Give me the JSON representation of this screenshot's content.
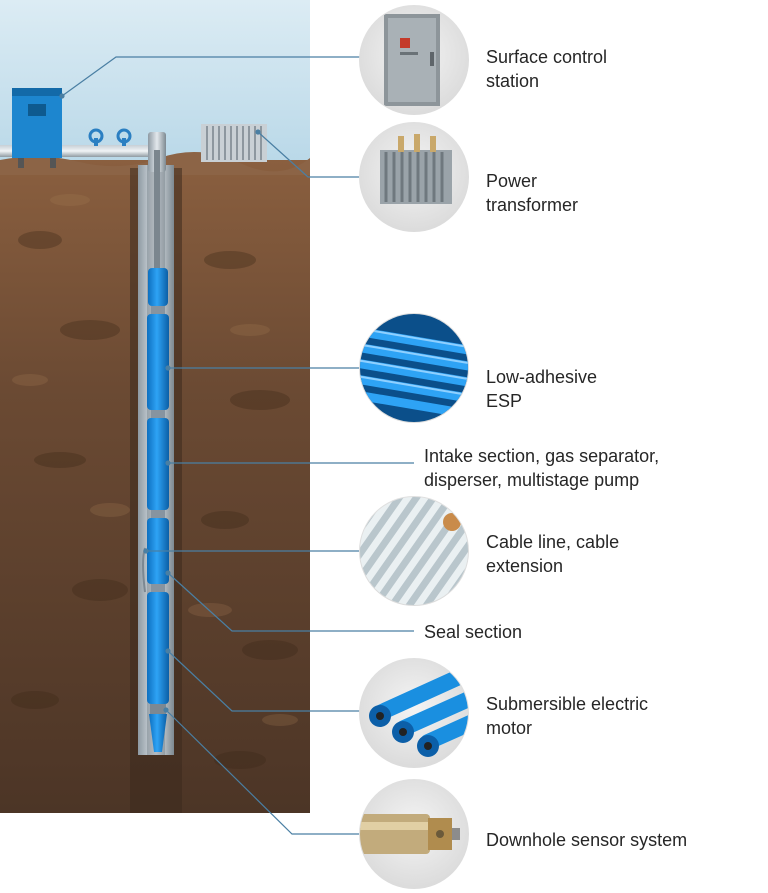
{
  "components": [
    {
      "id": "surface-control-station",
      "line1": "Surface control",
      "line2": "station",
      "icon": "control-cabinet-icon"
    },
    {
      "id": "power-transformer",
      "line1": "Power",
      "line2": "transformer",
      "icon": "transformer-icon"
    },
    {
      "id": "low-adhesive-esp",
      "line1": "Low-adhesive",
      "line2": "ESP",
      "icon": "blue-pipes-icon"
    },
    {
      "id": "intake-section",
      "line1": "Intake section, gas separator,",
      "line2": "disperser, multistage pump",
      "icon": ""
    },
    {
      "id": "cable-line",
      "line1": "Cable line, cable",
      "line2": "extension",
      "icon": "armored-cable-icon"
    },
    {
      "id": "seal-section",
      "line1": "Seal section",
      "line2": "",
      "icon": ""
    },
    {
      "id": "submersible-motor",
      "line1": "Submersible electric",
      "line2": "motor",
      "icon": "blue-motors-icon"
    },
    {
      "id": "downhole-sensor",
      "line1": "Downhole sensor system",
      "line2": "",
      "icon": "sensor-unit-icon"
    }
  ],
  "colors": {
    "sky_top": "#cfe6f2",
    "soil": "#6b4a33",
    "equipment_blue": "#1a8fe0",
    "leader_line": "#4a7fa3",
    "thumb_bg": "#e6e6e6"
  }
}
